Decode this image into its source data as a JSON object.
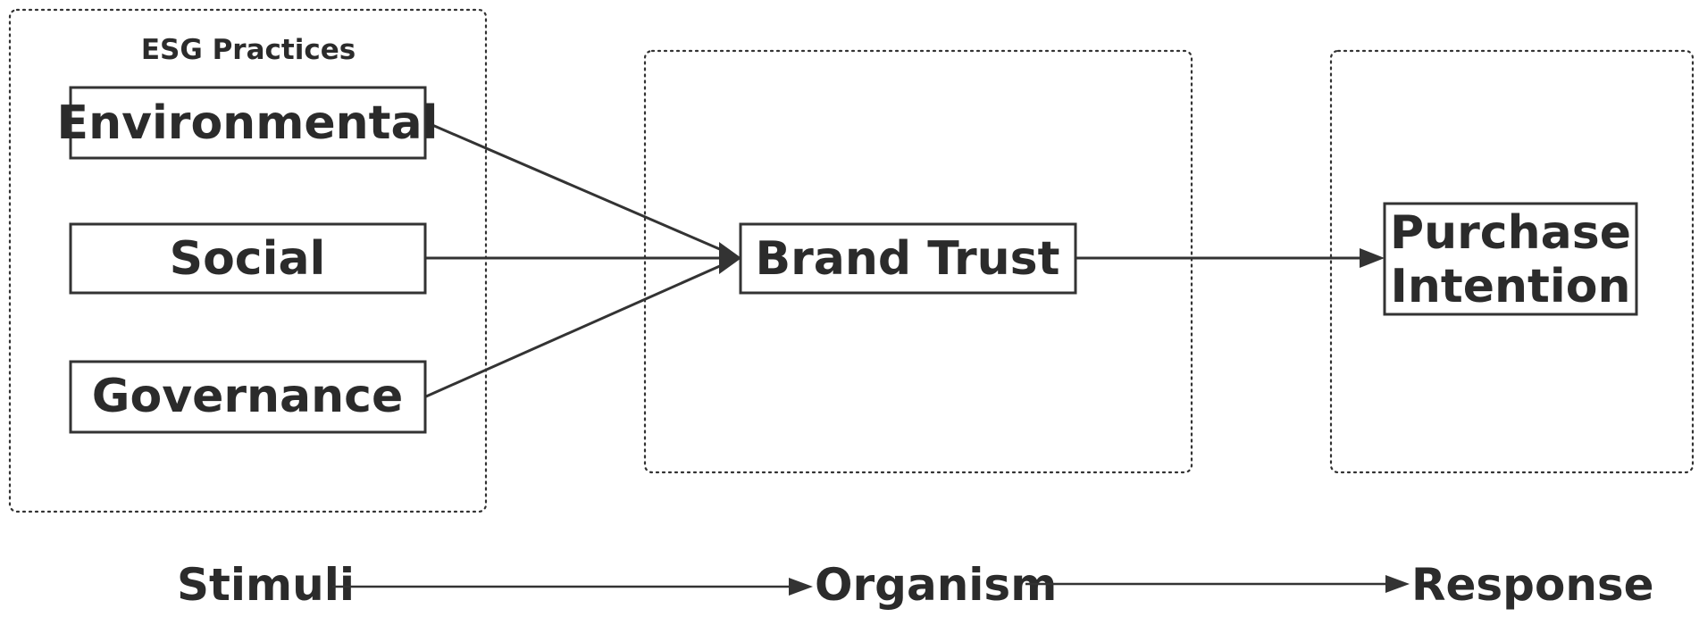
{
  "groups": {
    "stimuli": {
      "title": "ESG Practices"
    },
    "organism": {
      "title": ""
    },
    "response": {
      "title": ""
    }
  },
  "nodes": {
    "environmental": "Environmental",
    "social": "Social",
    "governance": "Governance",
    "brand_trust": "Brand Trust",
    "purchase_intention_line1": "Purchase",
    "purchase_intention_line2": "Intention"
  },
  "edges": [
    {
      "from": "Environmental",
      "to": "Brand Trust"
    },
    {
      "from": "Social",
      "to": "Brand Trust"
    },
    {
      "from": "Governance",
      "to": "Brand Trust"
    },
    {
      "from": "Brand Trust",
      "to": "Purchase Intention"
    }
  ],
  "flow": {
    "stimuli": "Stimuli",
    "organism": "Organism",
    "response": "Response"
  }
}
